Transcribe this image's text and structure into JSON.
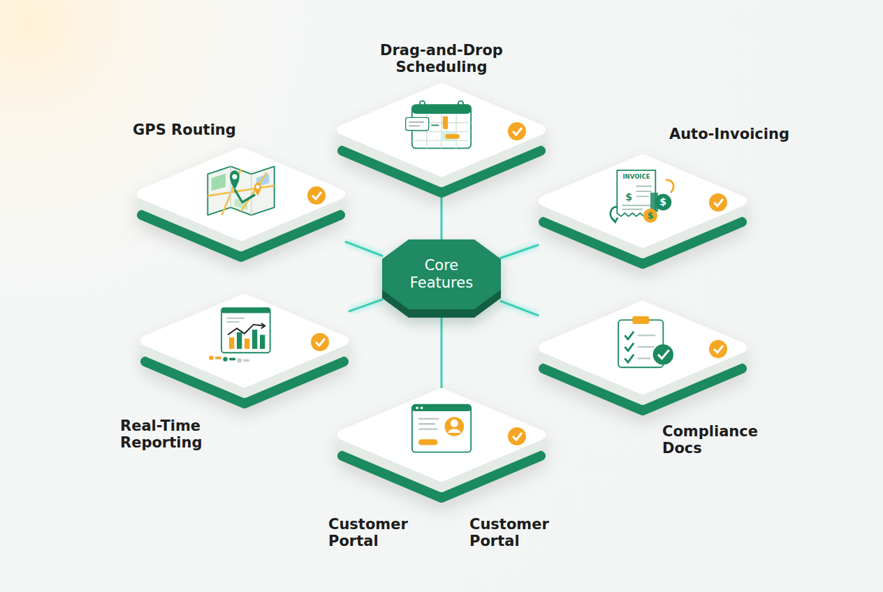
{
  "diagram": {
    "nodes": [
      {
        "text": [
          "Drag-and-Drop Scheduling"
        ]
      },
      {
        "text": [
          "GPS Routing"
        ]
      },
      {
        "text": [
          "Auto-Invoicing"
        ]
      },
      {
        "text": [
          "Core Features"
        ]
      },
      {
        "text": [
          "Real-Time Reporting"
        ]
      },
      {
        "text": [
          "Compliance Docs"
        ]
      },
      {
        "text": [
          "Customer Portal",
          "Customer Portal"
        ]
      }
    ],
    "edges": [
      {
        "from": 3,
        "to": 0,
        "arrow": "none"
      },
      {
        "from": 3,
        "to": 1,
        "arrow": "none"
      },
      {
        "from": 3,
        "to": 2,
        "arrow": "none"
      },
      {
        "from": 3,
        "to": 4,
        "arrow": "none"
      },
      {
        "from": 3,
        "to": 5,
        "arrow": "none"
      },
      {
        "from": 3,
        "to": 6,
        "arrow": "none"
      }
    ],
    "labels": [
      "INVOICE",
      "$",
      "$",
      "$"
    ]
  }
}
